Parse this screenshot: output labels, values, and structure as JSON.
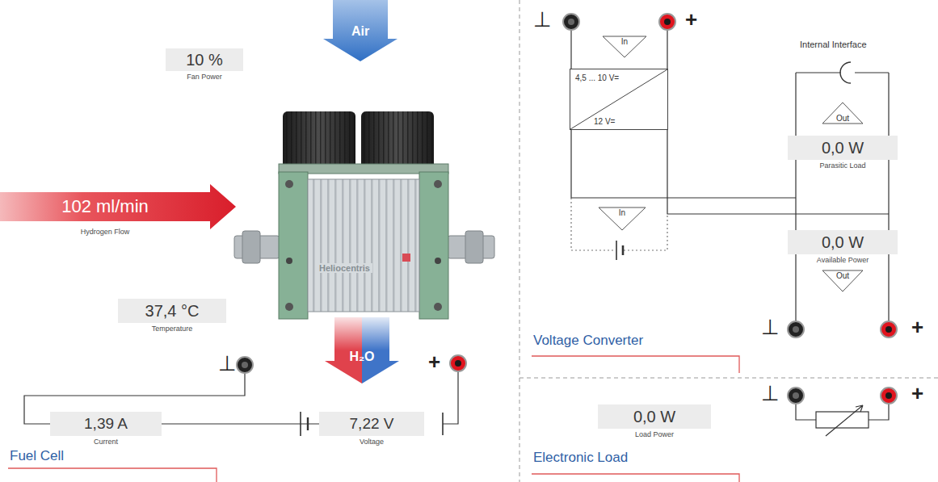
{
  "diagram": {
    "nodes": [
      {
        "text": [
          "10 %",
          "Fan Power"
        ]
      },
      {
        "text": [
          "102 ml/min",
          "Hydrogen Flow"
        ]
      },
      {
        "text": [
          "Air"
        ]
      },
      {
        "text": [
          "37,4 °C",
          "Temperature"
        ]
      },
      {
        "text": [
          "H₂O"
        ]
      },
      {
        "text": [
          "1,39 A",
          "Current"
        ]
      },
      {
        "text": [
          "7,22 V",
          "Voltage"
        ]
      },
      {
        "text": [
          "4,5 ... 10 V=",
          "12 V="
        ]
      },
      {
        "text": [
          "In"
        ]
      },
      {
        "text": [
          "In"
        ]
      },
      {
        "text": [
          "Out"
        ]
      },
      {
        "text": [
          "0,0 W",
          "Parasitic Load"
        ]
      },
      {
        "text": [
          "0,0 W",
          "Available Power"
        ]
      },
      {
        "text": [
          "Out"
        ]
      },
      {
        "text": [
          "0,0 W",
          "Load Power"
        ]
      }
    ],
    "edges": [
      {
        "from": 5,
        "to": 6,
        "arrow": "none"
      }
    ],
    "labels": [
      "Fuel Cell",
      "Voltage Converter",
      "Electronic Load",
      "Internal Interface",
      "Heliocentris",
      "⊥",
      "+",
      "⊥",
      "+",
      "⊥",
      "+",
      "⊥",
      "+"
    ]
  }
}
